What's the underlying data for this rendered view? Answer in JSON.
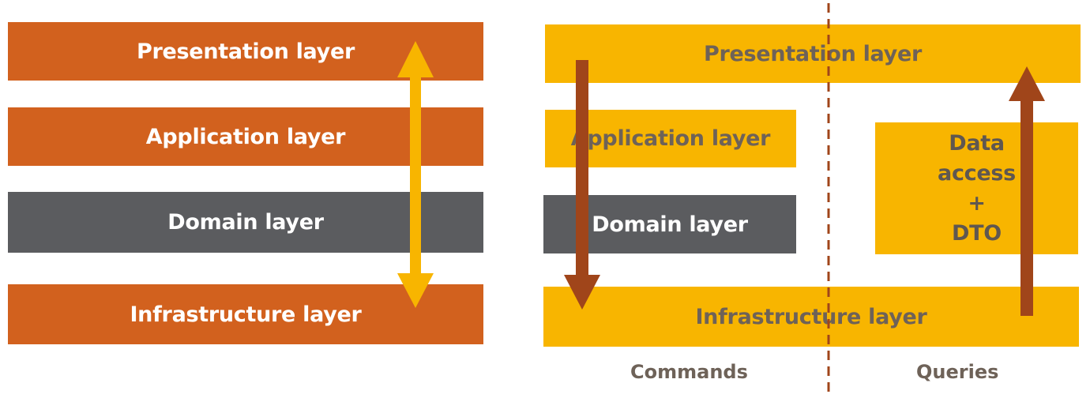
{
  "left_stack": {
    "presentation": "Presentation layer",
    "application": "Application layer",
    "domain": "Domain layer",
    "infrastructure": "Infrastructure layer"
  },
  "right_stack": {
    "presentation": "Presentation layer",
    "application": "Application layer",
    "domain": "Domain layer",
    "infrastructure": "Infrastructure layer",
    "data_access_lines": [
      "Data",
      "access",
      "+",
      "DTO"
    ]
  },
  "labels": {
    "commands": "Commands",
    "queries": "Queries"
  },
  "colors": {
    "orange": "#d2611e",
    "gray": "#5b5c5f",
    "yellow": "#f8b500",
    "brown_arrow": "#a0451a",
    "divider": "#a0451a"
  }
}
